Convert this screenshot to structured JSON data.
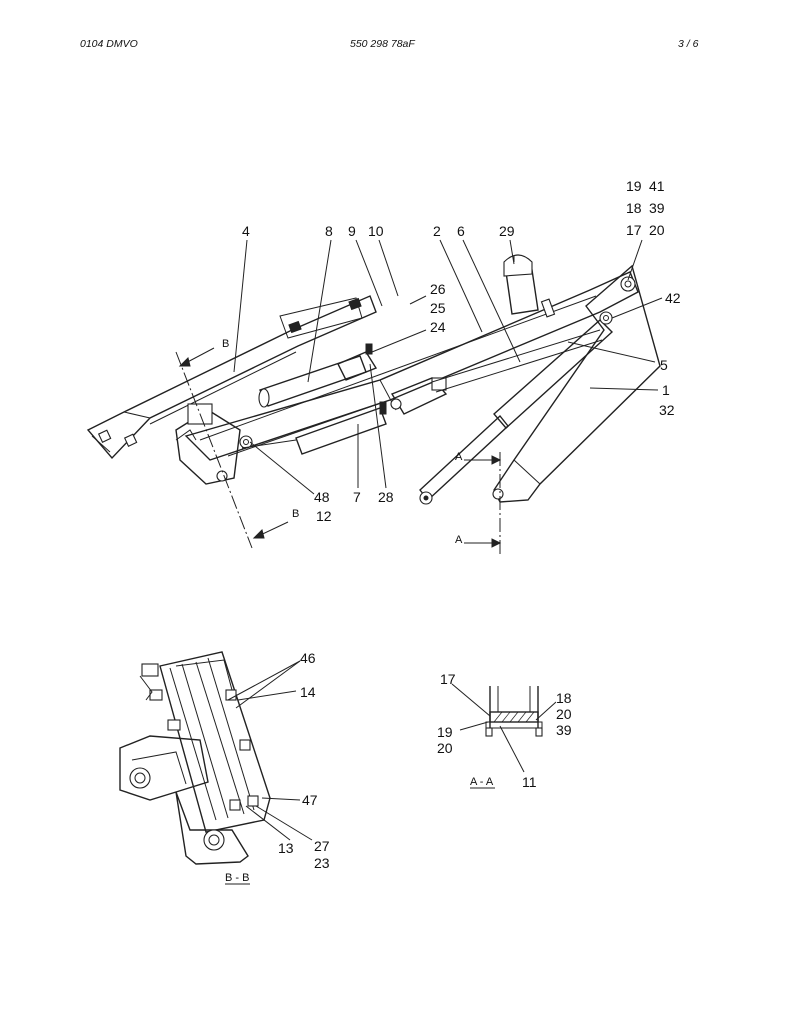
{
  "header": {
    "left": "0104 DMVO",
    "center": "550 298 78aF",
    "right": "3 /   6"
  },
  "main_view": {
    "labels": {
      "l4": "4",
      "l8": "8",
      "l9": "9",
      "l10": "10",
      "l2": "2",
      "l6": "6",
      "l29": "29",
      "l19": "19",
      "l41": "41",
      "l18": "18",
      "l39": "39",
      "l17": "17",
      "l20": "20",
      "l26": "26",
      "l25": "25",
      "l24": "24",
      "l42": "42",
      "l5": "5",
      "l1": "1",
      "l32": "32",
      "l48": "48",
      "l12": "12",
      "l7": "7",
      "l28": "28"
    },
    "section_marks": {
      "b_top": "B",
      "b_bottom": "B",
      "a_top": "A",
      "a_bottom": "A"
    }
  },
  "view_bb": {
    "title": "B - B",
    "labels": {
      "l46": "46",
      "l14": "14",
      "l47": "47",
      "l13": "13",
      "l27": "27",
      "l23": "23"
    }
  },
  "view_aa": {
    "title": "A - A",
    "labels": {
      "l17": "17",
      "l18": "18",
      "l20a": "20",
      "l39": "39",
      "l19": "19",
      "l20b": "20",
      "l11": "11"
    }
  }
}
